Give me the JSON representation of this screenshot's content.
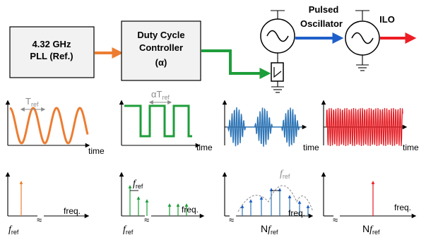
{
  "blocks": {
    "pll_line1": "4.32 GHz",
    "pll_line2": "PLL (Ref.)",
    "dcc_line1": "Duty Cycle",
    "dcc_line2": "Controller",
    "dcc_line3": "(α)",
    "pulsed_line1": "Pulsed",
    "pulsed_line2": "Oscillator",
    "ilo": "ILO"
  },
  "colors": {
    "orange": "#ed7d31",
    "green": "#1e9e3a",
    "blue": "#2e75b6",
    "red": "#e31c23",
    "grey": "#8c8c8c",
    "arrow_blue": "#1f5fc9",
    "arrow_red": "#ee1c24"
  },
  "time_plots": {
    "t_label": "time",
    "tref_main": "T",
    "tref_sub": "ref",
    "alpha_main": "αT",
    "alpha_sub": "ref"
  },
  "freq_plots": {
    "f_label": "freq.",
    "f_main": "f",
    "f_sub": "ref",
    "n_prefix": "N",
    "break_mark": "≈"
  }
}
